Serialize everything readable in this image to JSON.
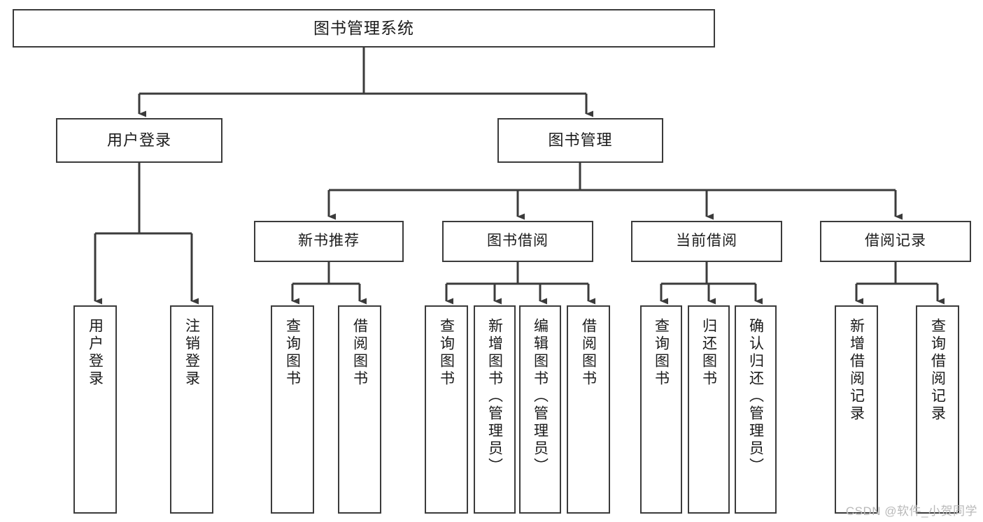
{
  "diagram": {
    "title": "图书管理系统",
    "watermark": "CSDN @软件_小贺同学",
    "line_color": "#3b3b3b",
    "box_fill": "#ffffff",
    "text_color": "#1b1b1b",
    "watermark_color": "#b9b9b9"
  },
  "nodes": {
    "root": {
      "label": "图书管理系统"
    },
    "level2": [
      {
        "label": "用户登录"
      },
      {
        "label": "图书管理"
      }
    ],
    "level3": [
      {
        "label": "新书推荐"
      },
      {
        "label": "图书借阅"
      },
      {
        "label": "当前借阅"
      },
      {
        "label": "借阅记录"
      }
    ],
    "leaves": {
      "user_login": [
        {
          "label": "用户登录"
        },
        {
          "label": "注销登录"
        }
      ],
      "new_book": [
        {
          "label": "查询图书"
        },
        {
          "label": "借阅图书"
        }
      ],
      "book_borrow": [
        {
          "label": "查询图书"
        },
        {
          "label": "新增图书（管理员）"
        },
        {
          "label": "编辑图书（管理员）"
        },
        {
          "label": "借阅图书"
        }
      ],
      "current_borrow": [
        {
          "label": "查询图书"
        },
        {
          "label": "归还图书"
        },
        {
          "label": "确认归还（管理员）"
        }
      ],
      "borrow_record": [
        {
          "label": "新增借阅记录"
        },
        {
          "label": "查询借阅记录"
        }
      ]
    }
  }
}
